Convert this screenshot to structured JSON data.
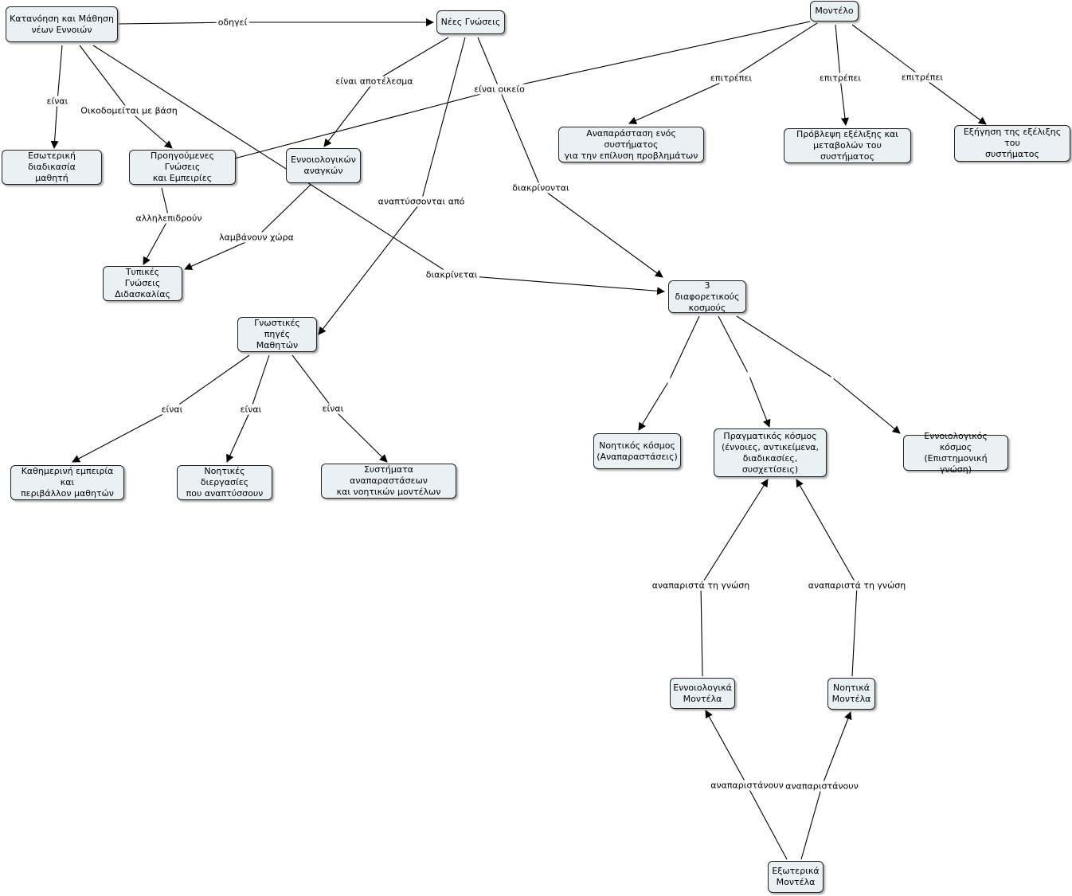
{
  "nodes": [
    {
      "id": "katanoisi",
      "label": "Κατανόηση και Μάθηση\nνέων Εννοιών"
    },
    {
      "id": "nees",
      "label": "Νέες Γνώσεις"
    },
    {
      "id": "montelo",
      "label": "Μοντέλο"
    },
    {
      "id": "esoteriki",
      "label": "Εσωτερική διαδικασία\nμαθητή"
    },
    {
      "id": "proigoumenes",
      "label": "Προηγούμενες Γνώσεις\nκαι Εμπειρίες"
    },
    {
      "id": "ennoiologikon",
      "label": "Εννοιολογικών\nαναγκών"
    },
    {
      "id": "anaparastasi",
      "label": "Αναπαράσταση ενός συστήματος\nγια την επίλυση προβλημάτων"
    },
    {
      "id": "provlepsi",
      "label": "Πρόβλεψη εξέλιξης και\nμεταβολών του συστήματος"
    },
    {
      "id": "exigisi",
      "label": "Εξήγηση της εξέλιξης του\nσυστήματος"
    },
    {
      "id": "typikes",
      "label": "Τυπικές Γνώσεις\nΔιδασκαλίας"
    },
    {
      "id": "tria",
      "label": "3 διαφορετικούς\nκοσμούς"
    },
    {
      "id": "gnostikes",
      "label": "Γνωστικές πηγές\nΜαθητών"
    },
    {
      "id": "noitikos",
      "label": "Νοητικός κόσμος\n(Αναπαραστάσεις)"
    },
    {
      "id": "pragmatikos",
      "label": "Πραγματικός κόσμος\n(έννοιες, αντικείμενα,\nδιαδικασίες, συσχετίσεις)"
    },
    {
      "id": "ennoiologikos_kosmos",
      "label": "Εννοιολογικός κόσμος\n(Επιστημονική γνώση)"
    },
    {
      "id": "kathimerini",
      "label": "Καθημερινή εμπειρία και\nπεριβάλλον μαθητών"
    },
    {
      "id": "noitikes_diergasies",
      "label": "Νοητικές διεργασίες\nπου αναπτύσσουν"
    },
    {
      "id": "systimata",
      "label": "Συστήματα αναπαραστάσεων\nκαι νοητικών μοντέλων"
    },
    {
      "id": "ennoiologika_montela",
      "label": "Εννοιολογικά\nΜοντέλα"
    },
    {
      "id": "noitika_montela",
      "label": "Νοητικά\nΜοντέλα"
    },
    {
      "id": "exoterika",
      "label": "Εξωτερικά\nΜοντέλα"
    }
  ],
  "edges": [
    {
      "from": "katanoisi",
      "to": "nees",
      "label": "οδηγεί"
    },
    {
      "from": "katanoisi",
      "to": "esoteriki",
      "label": "είναι"
    },
    {
      "from": "katanoisi",
      "to": "proigoumenes",
      "label": "Οικοδομείται με βάση"
    },
    {
      "from": "katanoisi",
      "to": "tria",
      "label": "διακρίνεται"
    },
    {
      "from": "nees",
      "to": "ennoiologikon",
      "label": "είναι αποτέλεσμα"
    },
    {
      "from": "nees",
      "to": "gnostikes",
      "label": "αναπτύσσονται από"
    },
    {
      "from": "nees",
      "to": "tria",
      "label": "διακρίνονται"
    },
    {
      "from": "montelo",
      "to": "proigoumenes",
      "label": "είναι οικείο"
    },
    {
      "from": "montelo",
      "to": "anaparastasi",
      "label": "επιτρέπει"
    },
    {
      "from": "montelo",
      "to": "provlepsi",
      "label": "επιτρέπει"
    },
    {
      "from": "montelo",
      "to": "exigisi",
      "label": "επιτρέπει"
    },
    {
      "from": "proigoumenes",
      "to": "typikes",
      "label": "αλληλεπιδρούν"
    },
    {
      "from": "ennoiologikon",
      "to": "typikes",
      "label": "λαμβάνουν χώρα"
    },
    {
      "from": "tria",
      "to": "noitikos",
      "label": ""
    },
    {
      "from": "tria",
      "to": "pragmatikos",
      "label": ""
    },
    {
      "from": "tria",
      "to": "ennoiologikos_kosmos",
      "label": ""
    },
    {
      "from": "gnostikes",
      "to": "kathimerini",
      "label": "είναι"
    },
    {
      "from": "gnostikes",
      "to": "noitikes_diergasies",
      "label": "είναι"
    },
    {
      "from": "gnostikes",
      "to": "systimata",
      "label": "είναι"
    },
    {
      "from": "ennoiologika_montela",
      "to": "pragmatikos",
      "label": "αναπαριστά τη γνώση"
    },
    {
      "from": "noitika_montela",
      "to": "pragmatikos",
      "label": "αναπαριστά τη γνώση"
    },
    {
      "from": "exoterika",
      "to": "ennoiologika_montela",
      "label": "αναπαριστάνουν"
    },
    {
      "from": "exoterika",
      "to": "noitika_montela",
      "label": "αναπαριστάνουν"
    }
  ]
}
